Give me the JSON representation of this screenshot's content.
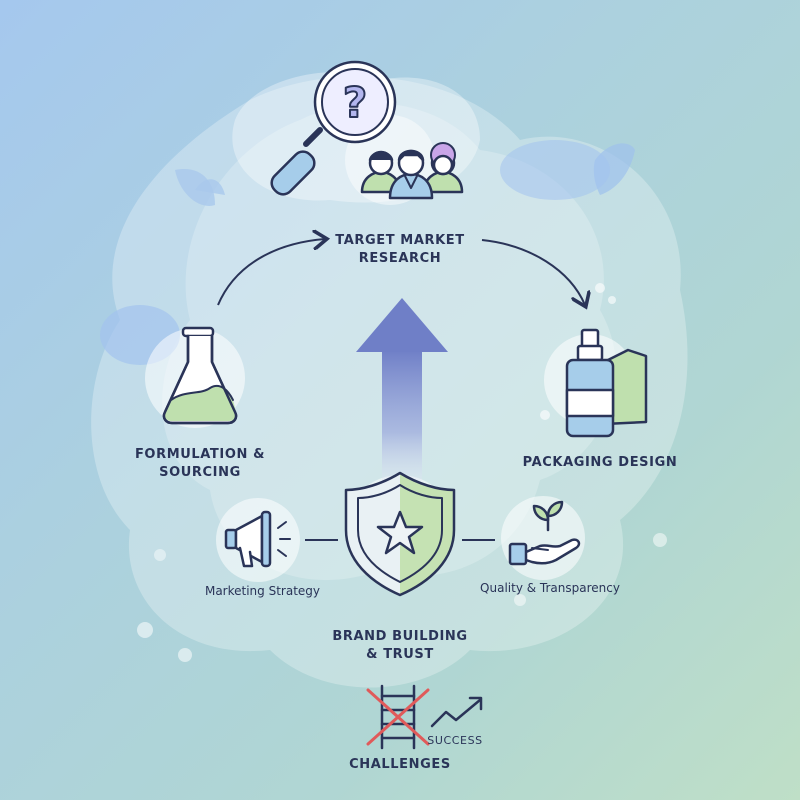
{
  "diagram": {
    "stages": {
      "target_market": {
        "label": "TARGET MARKET\nRESEARCH",
        "icon": "magnifier-people-icon"
      },
      "packaging": {
        "label": "PACKAGING DESIGN",
        "icon": "bottle-box-icon"
      },
      "formulation": {
        "label": "FORMULATION &\nSOURCING",
        "icon": "flask-icon"
      },
      "brand": {
        "label": "BRAND BUILDING\n& TRUST",
        "icon": "shield-star-icon"
      },
      "marketing": {
        "label": "Marketing Strategy",
        "icon": "megaphone-icon"
      },
      "quality": {
        "label": "Quality & Transparency",
        "icon": "hand-plant-icon"
      },
      "challenges": {
        "label": "CHALLENGES",
        "icon": "crossed-ladder-icon"
      },
      "success": {
        "label": "SUCCESS",
        "icon": "trend-up-icon"
      }
    },
    "colors": {
      "ink": "#2a3458",
      "green": "#bfe0ae",
      "blue": "#a6cdea",
      "arrow": "#6f7fc7",
      "cross": "#e05a5a",
      "purple": "#b3b6ee"
    }
  }
}
